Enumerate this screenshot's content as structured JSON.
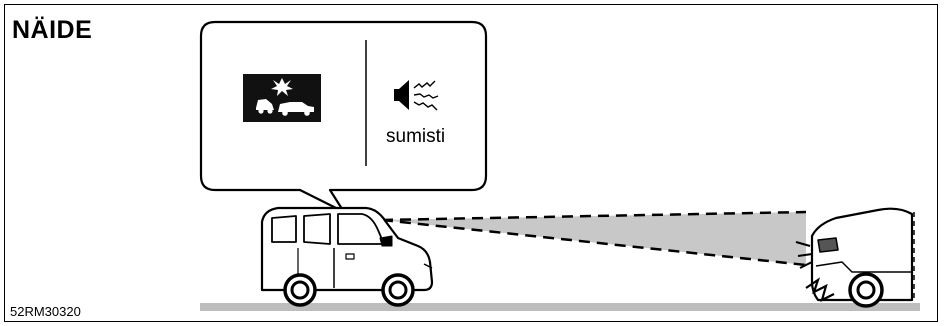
{
  "title": "NÄIDE",
  "figure_code": "52RM30320",
  "callout": {
    "warning_icon": "forward-collision-warning-icon",
    "sound_icon": "speaker-sound-icon",
    "sound_label": "sumisti"
  },
  "scene": {
    "left_vehicle": "car-icon",
    "right_vehicle": "car-icon",
    "collision_marks": "impact-burst-icon"
  },
  "colors": {
    "line": "#000000",
    "detection_zone": "#c8c8c8",
    "road": "#bdbdbd",
    "warning_icon_bg": "#111111"
  }
}
